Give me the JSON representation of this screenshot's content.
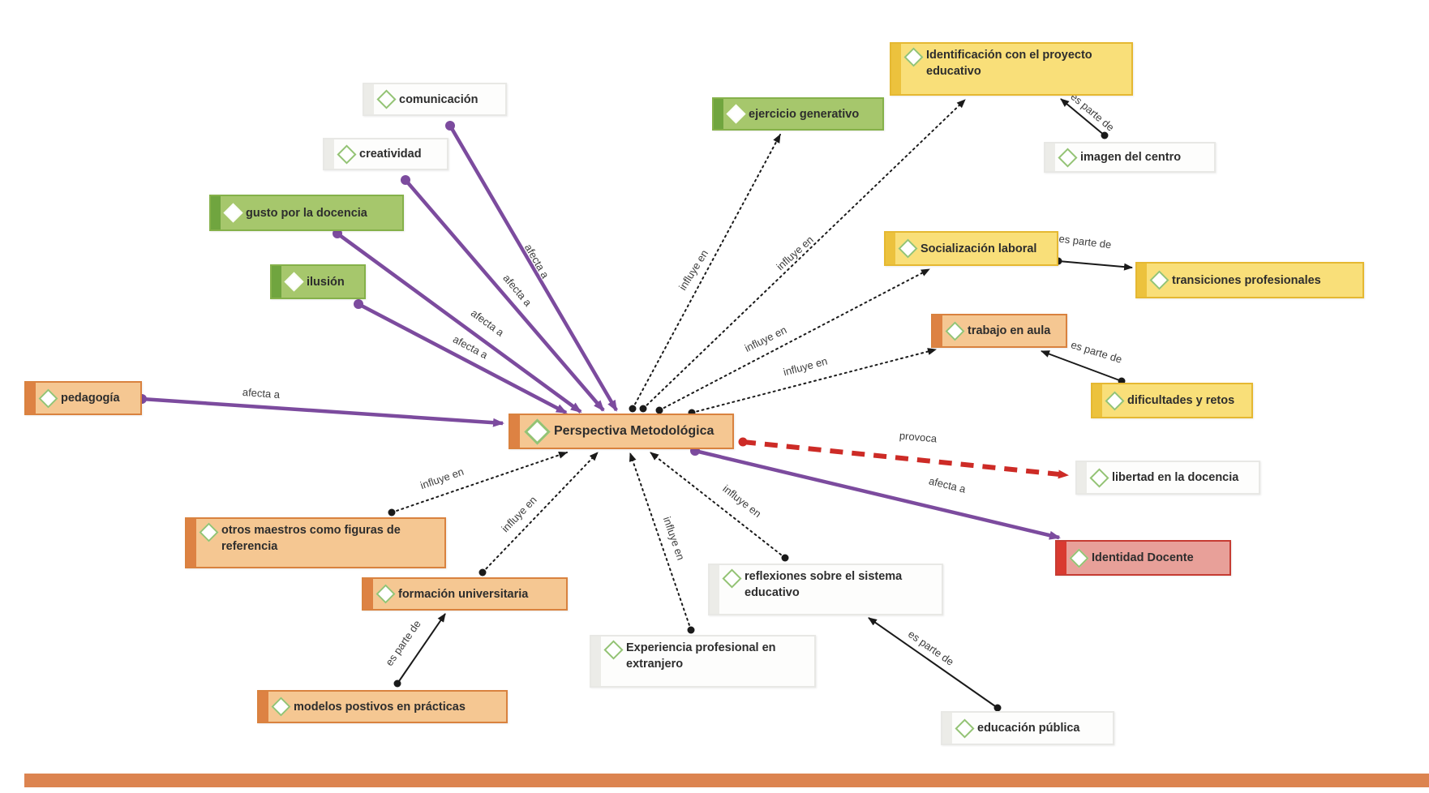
{
  "title": "Perspectiva Metodológica concept network",
  "colors": {
    "node_orange": "#f5c792",
    "node_orange_strip": "#dd8243",
    "node_green": "#a6c76c",
    "node_green_strip": "#70a53f",
    "node_yellow": "#f9df79",
    "node_yellow_strip": "#ecc23d",
    "node_red": "#e8a099",
    "node_red_strip": "#d93a30",
    "node_white": "#fdfdfc",
    "node_white_strip": "#ecece8",
    "edge_purple": "#7c4b9e",
    "edge_red": "#cd2b26",
    "edge_black": "#1a1a1a",
    "diamond_border_green": "#93c374",
    "footer_bar": "#dc8450"
  },
  "nodes": [
    {
      "id": "comunicacion",
      "label": "comunicación",
      "color": "white"
    },
    {
      "id": "creatividad",
      "label": "creatividad",
      "color": "white"
    },
    {
      "id": "gusto-por-la-docencia",
      "label": "gusto por la docencia",
      "color": "green"
    },
    {
      "id": "ilusion",
      "label": "ilusión",
      "color": "green"
    },
    {
      "id": "pedagogia",
      "label": "pedagogía",
      "color": "orange"
    },
    {
      "id": "ejercicio-generativo",
      "label": "ejercicio generativo",
      "color": "green"
    },
    {
      "id": "identificacion-proyecto",
      "label": "Identificación con el proyecto educativo",
      "color": "yellow"
    },
    {
      "id": "imagen-del-centro",
      "label": "imagen del centro",
      "color": "white"
    },
    {
      "id": "socializacion-laboral",
      "label": "Socialización laboral",
      "color": "yellow"
    },
    {
      "id": "transiciones-profesionales",
      "label": "transiciones profesionales",
      "color": "yellow"
    },
    {
      "id": "trabajo-en-aula",
      "label": "trabajo en aula",
      "color": "orange"
    },
    {
      "id": "dificultades-y-retos",
      "label": "dificultades y retos",
      "color": "yellow"
    },
    {
      "id": "perspectiva-metodologica",
      "label": "Perspectiva Metodológica",
      "color": "orange"
    },
    {
      "id": "libertad-en-la-docencia",
      "label": "libertad en la docencia",
      "color": "white"
    },
    {
      "id": "identidad-docente",
      "label": "Identidad Docente",
      "color": "red"
    },
    {
      "id": "otros-maestros",
      "label": "otros maestros como figuras de referencia",
      "color": "orange"
    },
    {
      "id": "formacion-universitaria",
      "label": "formación universitaria",
      "color": "orange"
    },
    {
      "id": "modelos-positivos",
      "label": "modelos postivos en prácticas",
      "color": "orange"
    },
    {
      "id": "experiencia-extranjero",
      "label": "Experiencia profesional en extranjero",
      "color": "white"
    },
    {
      "id": "reflexiones-sistema",
      "label": "reflexiones sobre el sistema educativo",
      "color": "white"
    },
    {
      "id": "educacion-publica",
      "label": "educación pública",
      "color": "white"
    }
  ],
  "edges": [
    {
      "from": "comunicacion",
      "to": "perspectiva-metodologica",
      "label": "afecta a",
      "style": "purple"
    },
    {
      "from": "creatividad",
      "to": "perspectiva-metodologica",
      "label": "afecta a",
      "style": "purple"
    },
    {
      "from": "gusto-por-la-docencia",
      "to": "perspectiva-metodologica",
      "label": "afecta a",
      "style": "purple"
    },
    {
      "from": "ilusion",
      "to": "perspectiva-metodologica",
      "label": "afecta a",
      "style": "purple"
    },
    {
      "from": "pedagogia",
      "to": "perspectiva-metodologica",
      "label": "afecta a",
      "style": "purple"
    },
    {
      "from": "perspectiva-metodologica",
      "to": "identidad-docente",
      "label": "afecta a",
      "style": "purple"
    },
    {
      "from": "perspectiva-metodologica",
      "to": "libertad-en-la-docencia",
      "label": "provoca",
      "style": "red-dashed"
    },
    {
      "from": "perspectiva-metodologica",
      "to": "ejercicio-generativo",
      "label": "influye en",
      "style": "dotted"
    },
    {
      "from": "perspectiva-metodologica",
      "to": "identificacion-proyecto",
      "label": "influye en",
      "style": "dotted"
    },
    {
      "from": "perspectiva-metodologica",
      "to": "socializacion-laboral",
      "label": "influye en",
      "style": "dotted"
    },
    {
      "from": "perspectiva-metodologica",
      "to": "trabajo-en-aula",
      "label": "influye en",
      "style": "dotted"
    },
    {
      "from": "otros-maestros",
      "to": "perspectiva-metodologica",
      "label": "influye en",
      "style": "dotted"
    },
    {
      "from": "formacion-universitaria",
      "to": "perspectiva-metodologica",
      "label": "influye en",
      "style": "dotted"
    },
    {
      "from": "experiencia-extranjero",
      "to": "perspectiva-metodologica",
      "label": "influye en",
      "style": "dotted"
    },
    {
      "from": "reflexiones-sistema",
      "to": "perspectiva-metodologica",
      "label": "influye en",
      "style": "dotted"
    },
    {
      "from": "imagen-del-centro",
      "to": "identificacion-proyecto",
      "label": "es parte de",
      "style": "solid"
    },
    {
      "from": "socializacion-laboral",
      "to": "transiciones-profesionales",
      "label": "es parte de",
      "style": "solid"
    },
    {
      "from": "dificultades-y-retos",
      "to": "trabajo-en-aula",
      "label": "es parte de",
      "style": "solid"
    },
    {
      "from": "modelos-positivos",
      "to": "formacion-universitaria",
      "label": "es parte de",
      "style": "solid"
    },
    {
      "from": "educacion-publica",
      "to": "reflexiones-sistema",
      "label": "es parte de",
      "style": "solid"
    }
  ]
}
